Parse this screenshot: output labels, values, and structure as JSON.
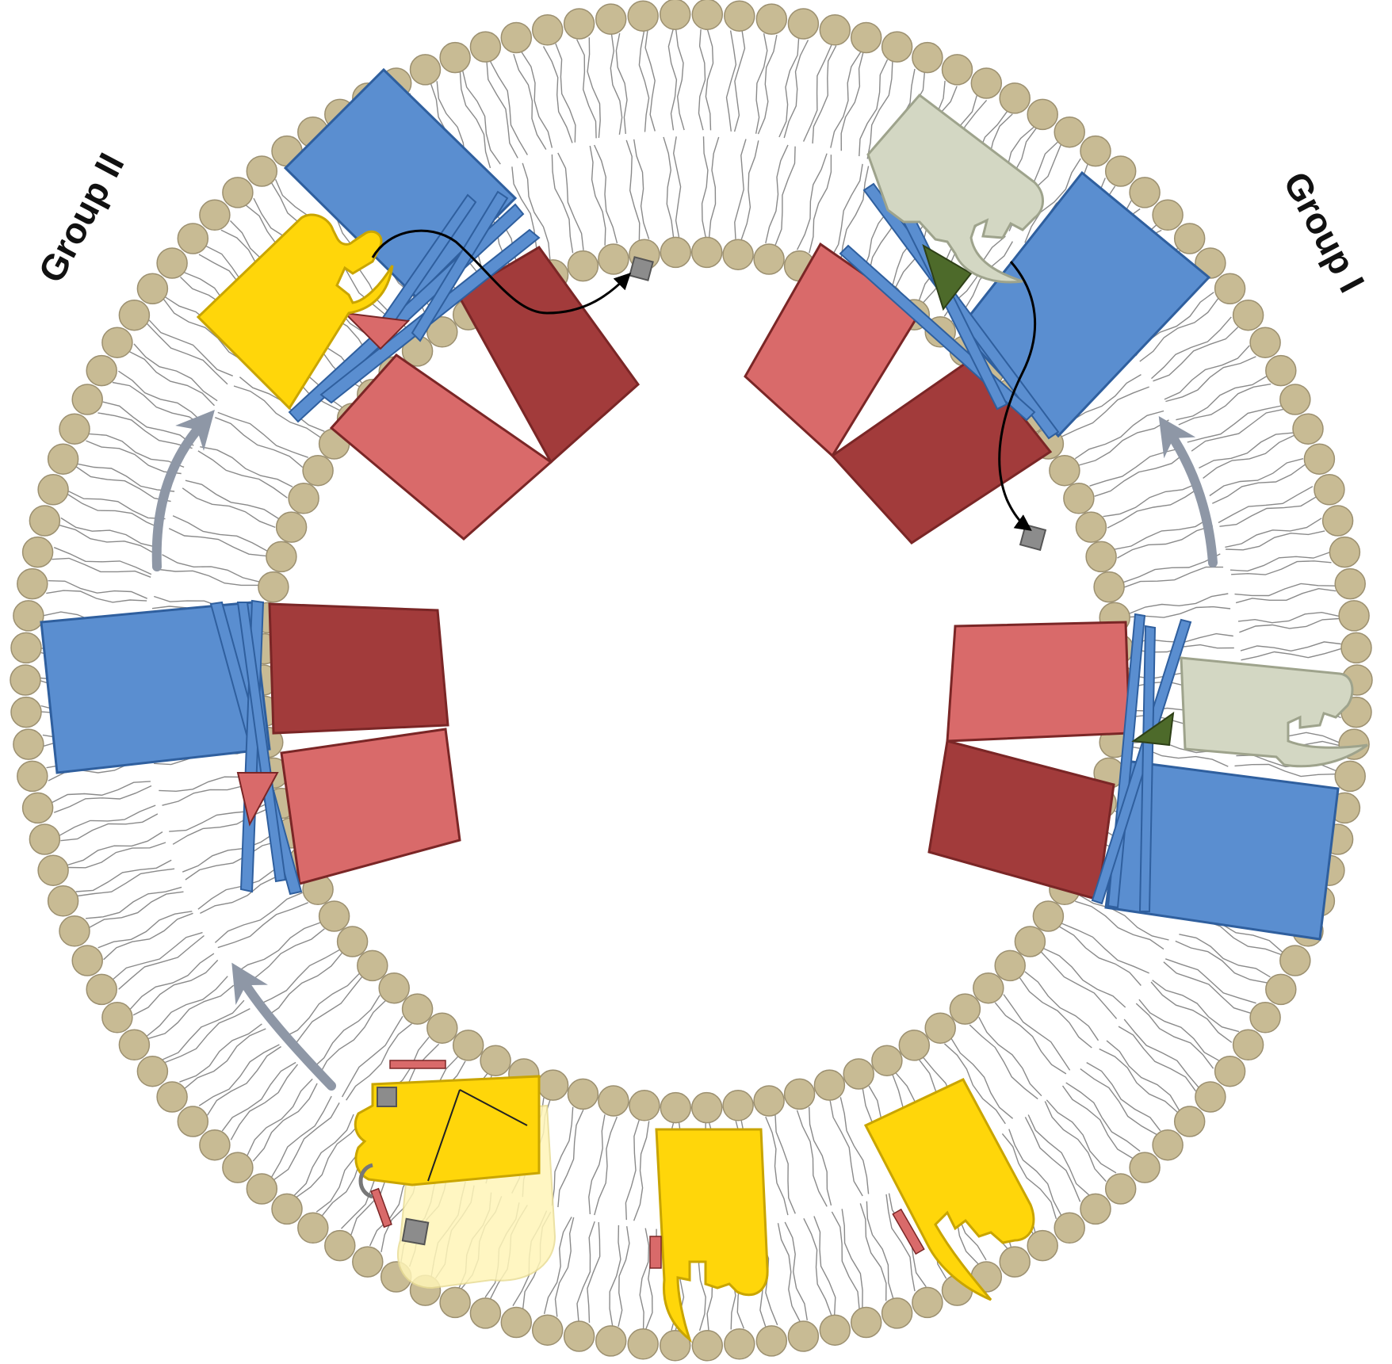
{
  "labels": {
    "group_left": "Group II",
    "group_right": "Group I"
  },
  "colors": {
    "background": "#ffffff",
    "lipid_head": "#c8bb94",
    "lipid_head_stroke": "#9c9070",
    "lipid_tail": "#8a8a8a",
    "blue_domain": "#5a8ed0",
    "blue_stroke": "#2f5f9e",
    "red_dark": "#a23b3b",
    "red_light": "#d96a6a",
    "red_stroke": "#7a2626",
    "yellow_protein": "#ffd60a",
    "yellow_stroke": "#c9a500",
    "gray_protein": "#d3d7c3",
    "gray_protein_stroke": "#9ea38c",
    "green_wedge": "#4d6a2a",
    "cargo": "#8c8c8c",
    "arrow_gray": "#8e97a6",
    "arrow_black": "#000000"
  },
  "icons": {
    "membrane": "lipid-bilayer-ring",
    "cargo": "gray-cube-icon",
    "translocation_arrow": "curved-black-arrow-icon",
    "progression_arrow": "curved-gray-arrow-icon"
  }
}
